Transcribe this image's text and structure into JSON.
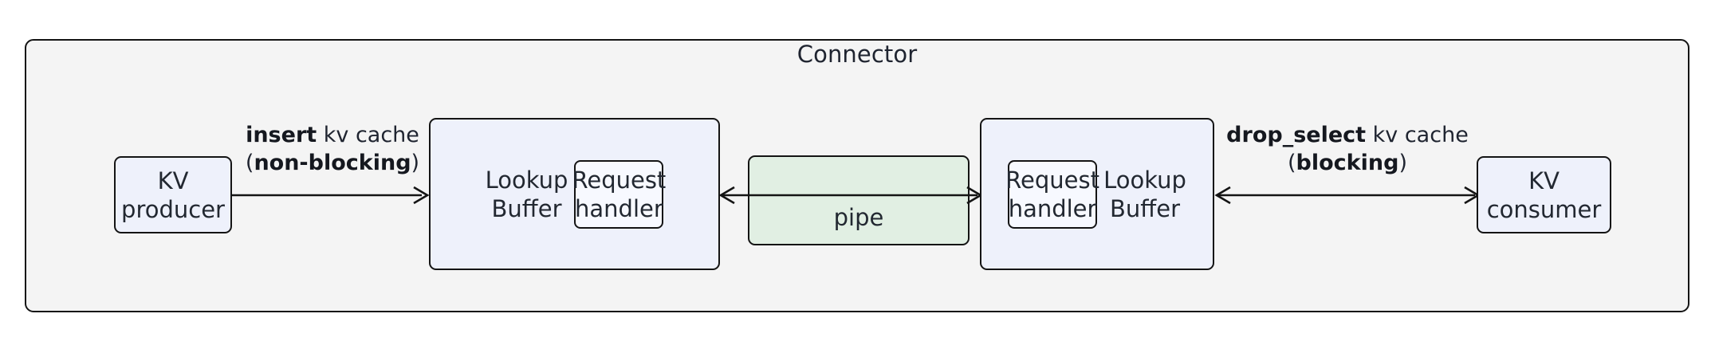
{
  "diagram": {
    "title": "Connector",
    "nodes": {
      "kv_producer": "KV\nproducer",
      "kv_consumer": "KV\nconsumer",
      "lookup_buffer_left": "Lookup\nBuffer",
      "lookup_buffer_right": "Lookup\nBuffer",
      "request_handler_left": "Request\nhandler",
      "request_handler_right": "Request\nhandler",
      "pipe": "pipe"
    },
    "edges": {
      "insert": {
        "line1_bold": "insert",
        "line1_rest": " kv cache",
        "line2_open": "(",
        "line2_bold": "non-blocking",
        "line2_close": ")"
      },
      "drop_select": {
        "line1_bold": "drop_select",
        "line1_rest": " kv cache",
        "line2_open": "(",
        "line2_bold": "blocking",
        "line2_close": ")"
      }
    },
    "colors": {
      "container_fill": "#f4f4f4",
      "node_fill": "#eef1fb",
      "pipe_fill": "#e1efe3",
      "stroke": "#141414",
      "text": "#222831"
    }
  }
}
